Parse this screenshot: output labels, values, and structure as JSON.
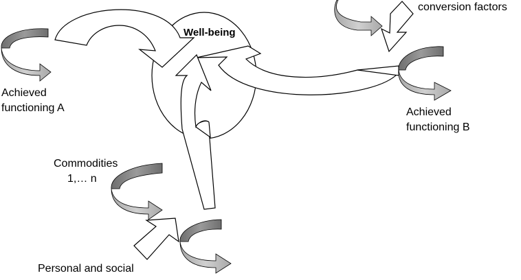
{
  "diagram": {
    "center_label": "Well-being",
    "labels": {
      "functioning_a_line1": "Achieved",
      "functioning_a_line2": "functioning A",
      "functioning_b_line1": "Achieved",
      "functioning_b_line2": "functioning B",
      "conversion_factors": "conversion factors",
      "commodities_line1": "Commodities",
      "commodities_line2": "1,… n",
      "personal_social": "Personal and social"
    },
    "colors": {
      "arrow_dark": "#808080",
      "arrow_light": "#b8b8b8",
      "outline": "#000000",
      "fill": "#ffffff"
    },
    "icons": [
      "curved-block-arrow",
      "cyclic-grey-arrow"
    ]
  }
}
